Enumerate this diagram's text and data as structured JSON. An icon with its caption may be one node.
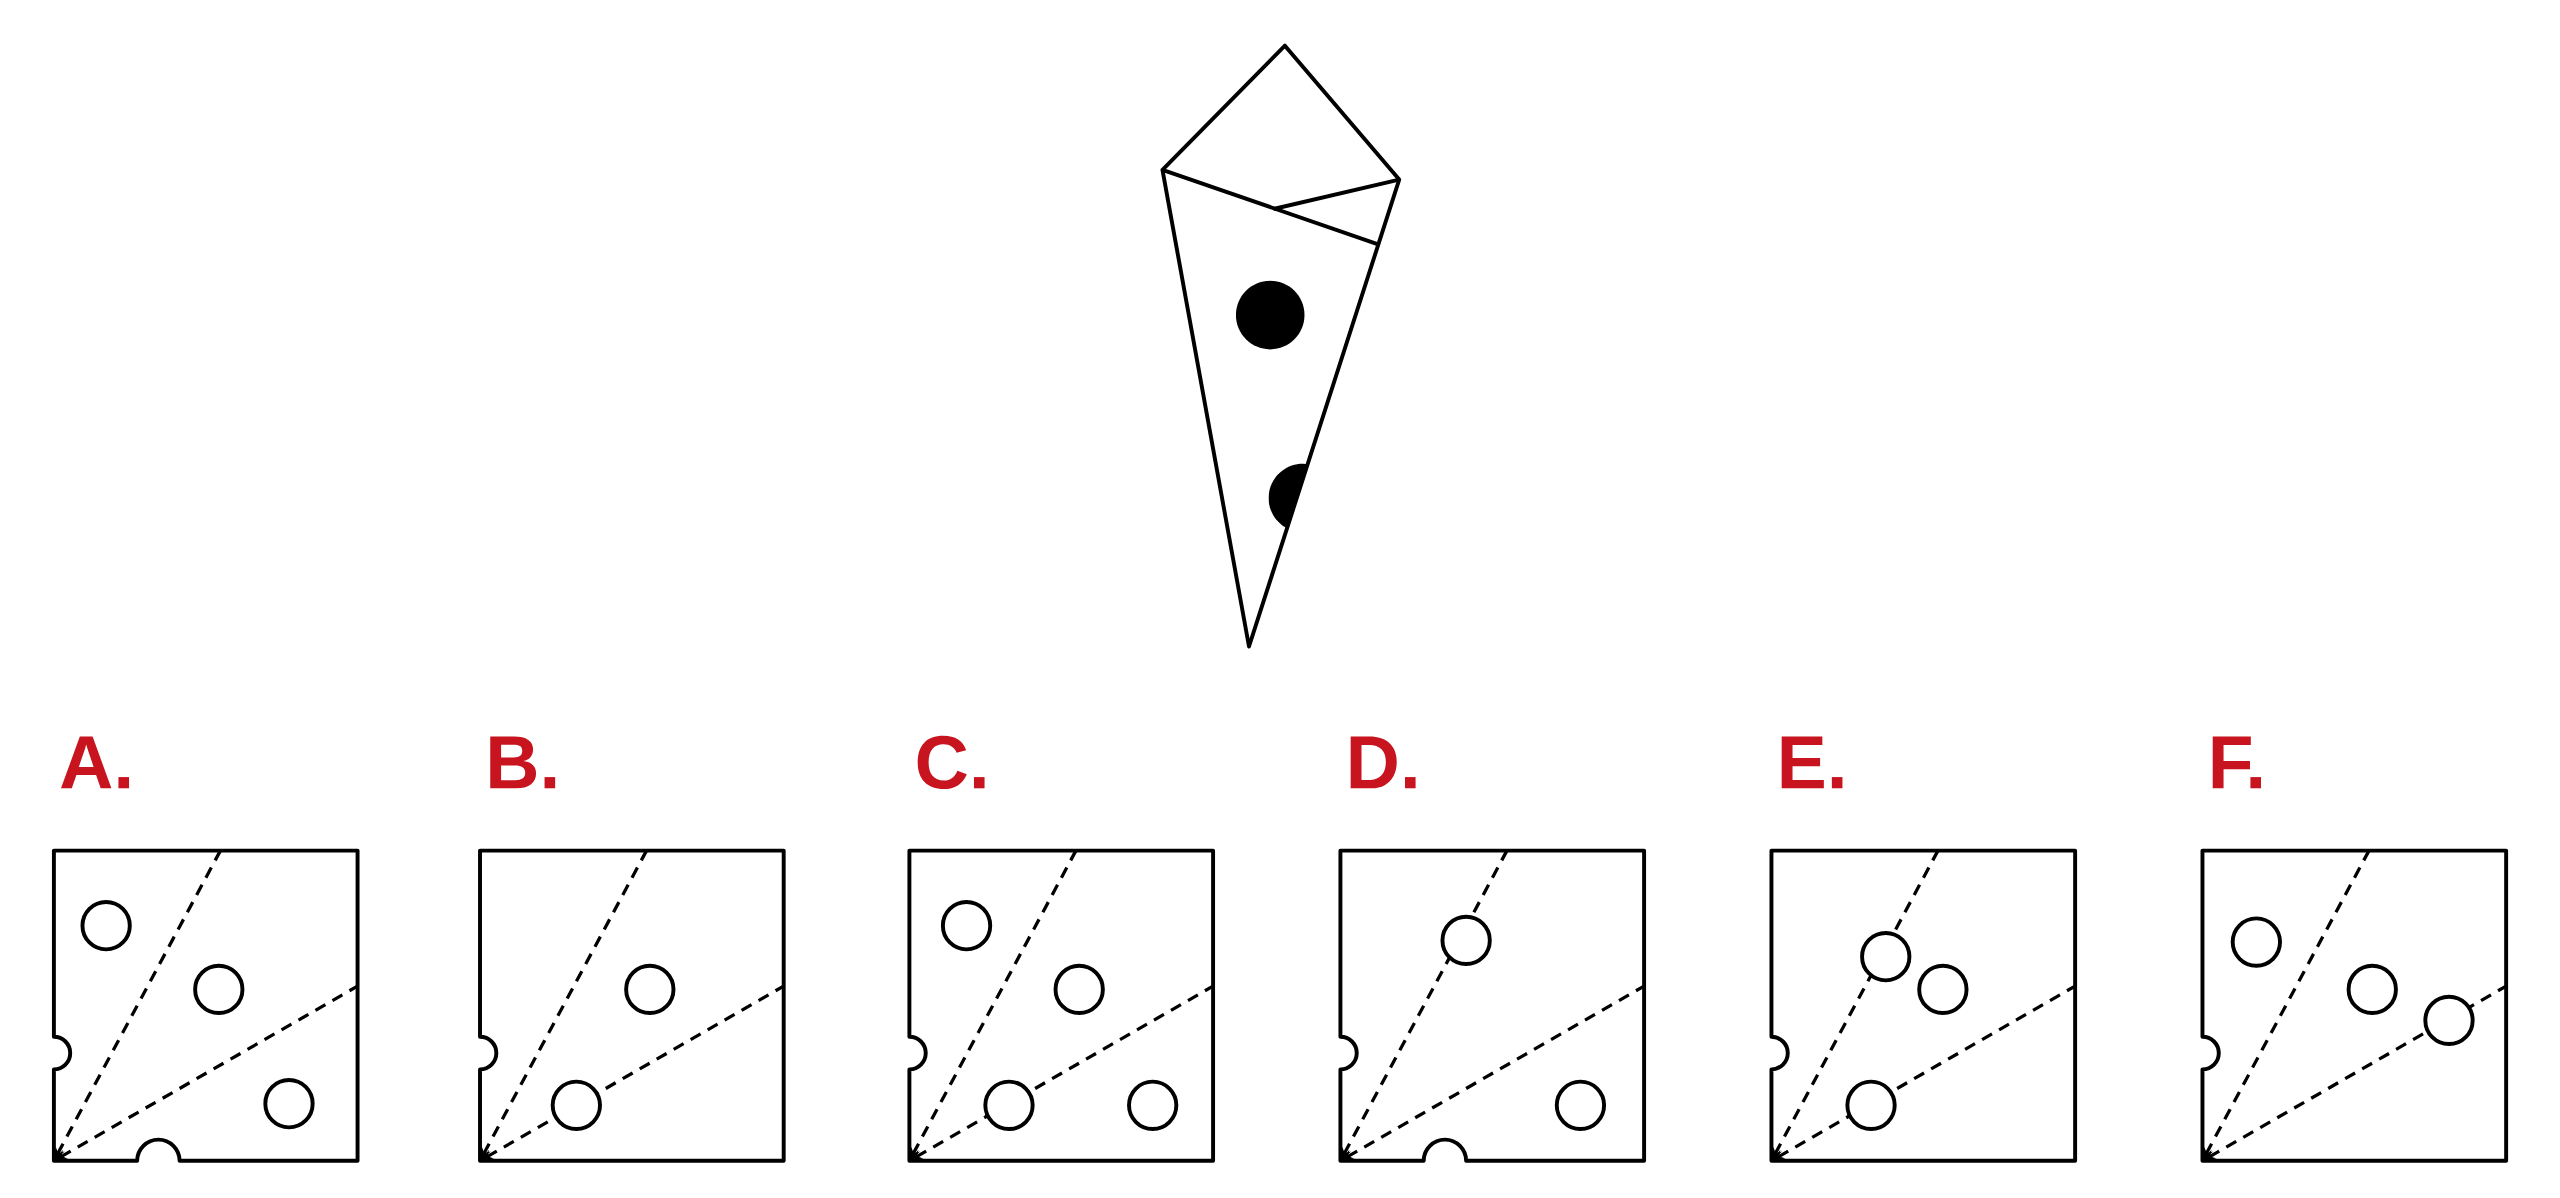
{
  "diagram": {
    "nodes": [
      {
        "text": [
          "A."
        ]
      },
      {
        "text": [
          "B."
        ]
      },
      {
        "text": [
          "C."
        ]
      },
      {
        "text": [
          "D."
        ]
      },
      {
        "text": [
          "E."
        ]
      },
      {
        "text": [
          "F."
        ]
      }
    ]
  }
}
